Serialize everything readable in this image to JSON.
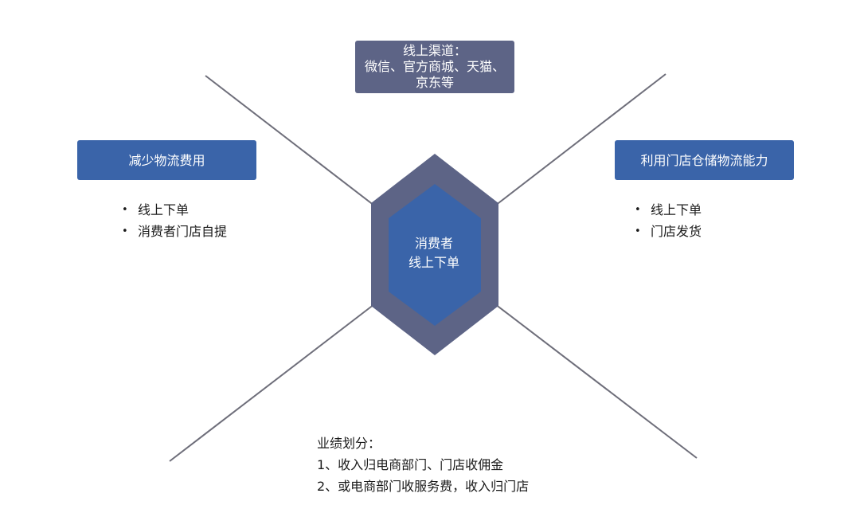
{
  "colors": {
    "hex_outer": "#5d6486",
    "hex_inner": "#3a64a9",
    "top_box": "#5d6486",
    "side_box": "#3a64a9",
    "lines": "#6e6e7a"
  },
  "top_box": {
    "line1": "线上渠道：",
    "line2": "微信、官方商城、天猫、",
    "line3": "京东等"
  },
  "left_box": {
    "title": "减少物流费用",
    "bullets": [
      "线上下单",
      "消费者门店自提"
    ]
  },
  "right_box": {
    "title": "利用门店仓储物流能力",
    "bullets": [
      "线上下单",
      "门店发货"
    ]
  },
  "center": {
    "line1": "消费者",
    "line2": "线上下单"
  },
  "bottom": {
    "heading": "业绩划分：",
    "line1": "1、收入归电商部门、门店收佣金",
    "line2": "2、或电商部门收服务费，收入归门店"
  }
}
